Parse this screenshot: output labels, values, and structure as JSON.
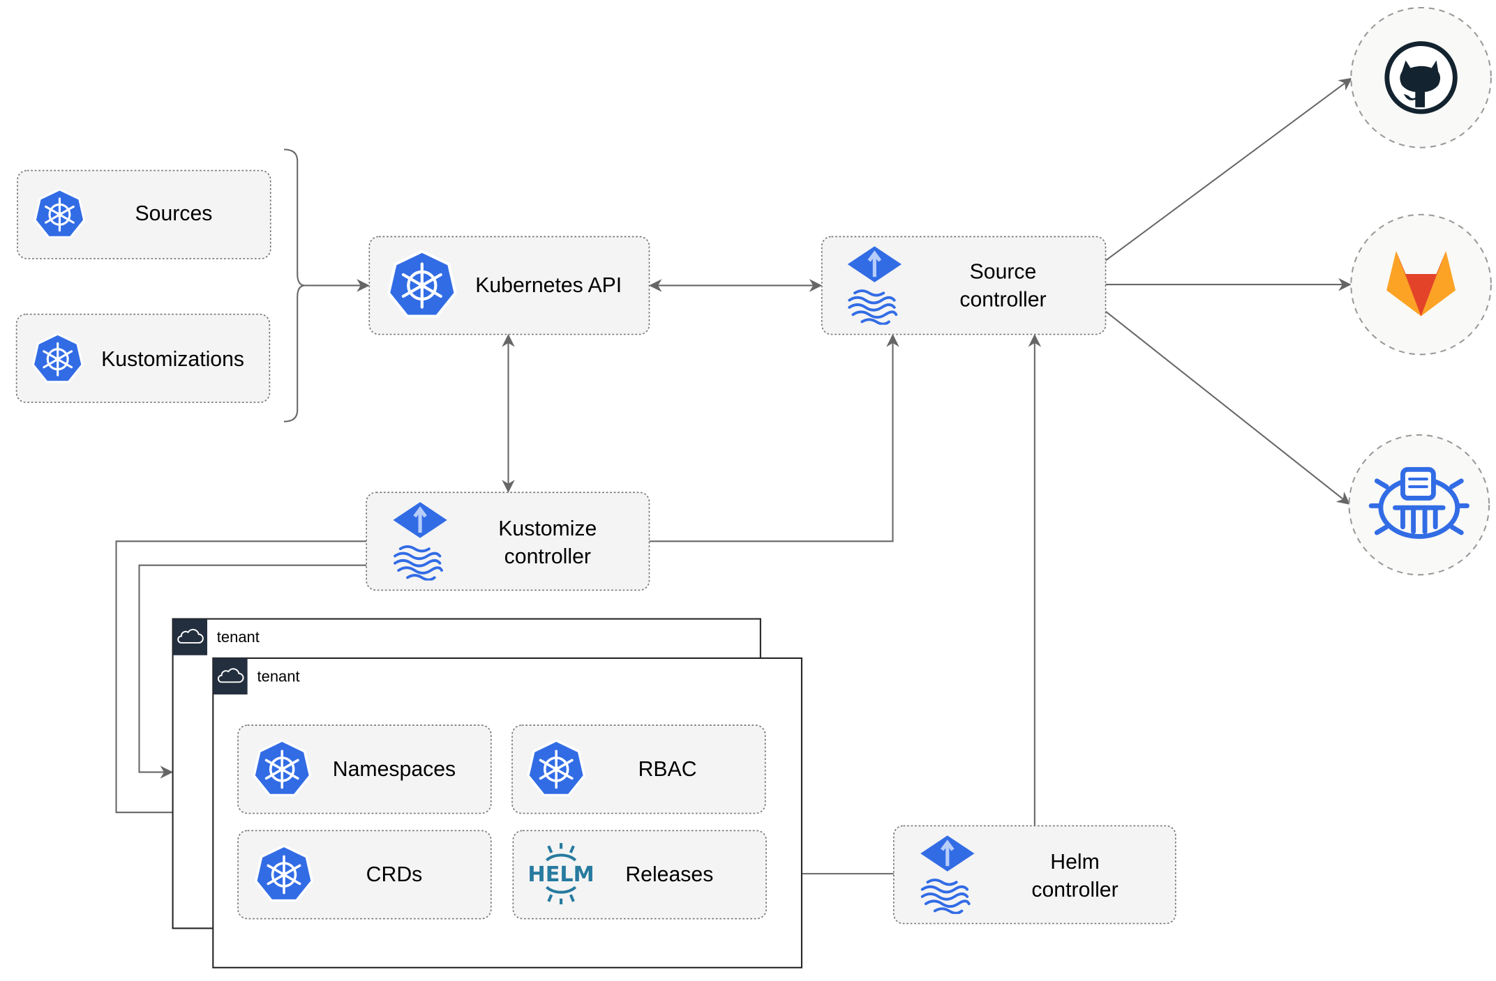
{
  "nodes": {
    "sources": "Sources",
    "kustomizations": "Kustomizations",
    "kubernetes_api": "Kubernetes API",
    "source_controller": [
      "Source",
      "controller"
    ],
    "kustomize_controller": [
      "Kustomize",
      "controller"
    ],
    "helm_controller": [
      "Helm",
      "controller"
    ],
    "namespaces": "Namespaces",
    "rbac": "RBAC",
    "crds": "CRDs",
    "releases": "Releases"
  },
  "tenants": [
    "tenant",
    "tenant"
  ],
  "helm_logo_text": "HELM",
  "external_sources": [
    "github-icon",
    "gitlab-icon",
    "bucket-icon"
  ],
  "colors": {
    "k8s_blue": "#326ce5",
    "gitlab_orange": "#e8572a",
    "gitlab_yellow": "#fca326",
    "github_dark": "#13232f",
    "helm_blue": "#277a9f"
  }
}
